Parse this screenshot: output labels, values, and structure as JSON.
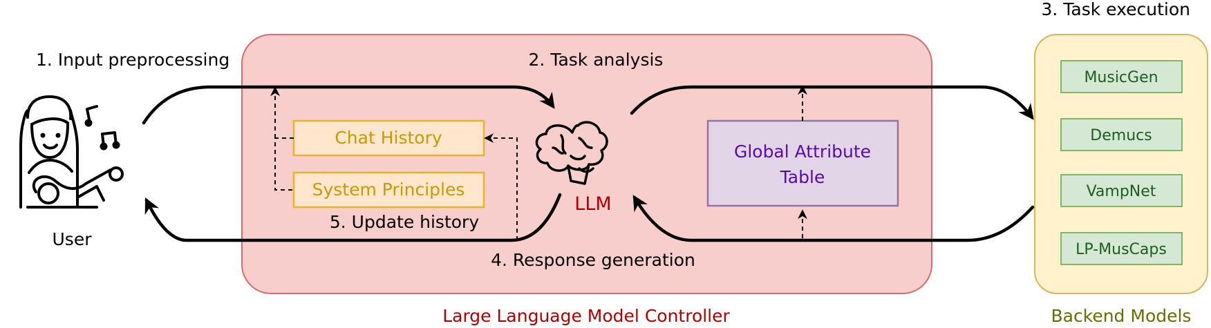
{
  "user": {
    "label": "User"
  },
  "steps": {
    "input_preprocessing": "1. Input preprocessing",
    "task_analysis": "2. Task analysis",
    "task_execution": "3. Task execution",
    "response_generation": "4. Response generation",
    "update_history": "5. Update history"
  },
  "controller": {
    "title": "Large Language Model Controller",
    "llm_label": "LLM",
    "chat_history": "Chat History",
    "system_principles": "System Principles",
    "global_table_line1": "Global Attribute",
    "global_table_line2": "Table"
  },
  "backend": {
    "title": "Backend Models",
    "models": [
      "MusicGen",
      "Demucs",
      "VampNet",
      "LP-MusCaps"
    ]
  },
  "colors": {
    "controller_fill": "#f8cecc",
    "controller_stroke": "#d86a6a",
    "controller_text": "#b20000",
    "history_fill": "#ffe6cc",
    "history_stroke": "#e8b22a",
    "history_text": "#c89a00",
    "table_fill": "#e1d5e7",
    "table_stroke": "#9673a6",
    "table_text": "#5a0aa8",
    "backend_fill": "#fff2cc",
    "backend_stroke": "#d6b656",
    "backend_title": "#6b6b00",
    "model_fill": "#d5e8d4",
    "model_stroke": "#82b366",
    "model_text": "#1b5e20"
  }
}
